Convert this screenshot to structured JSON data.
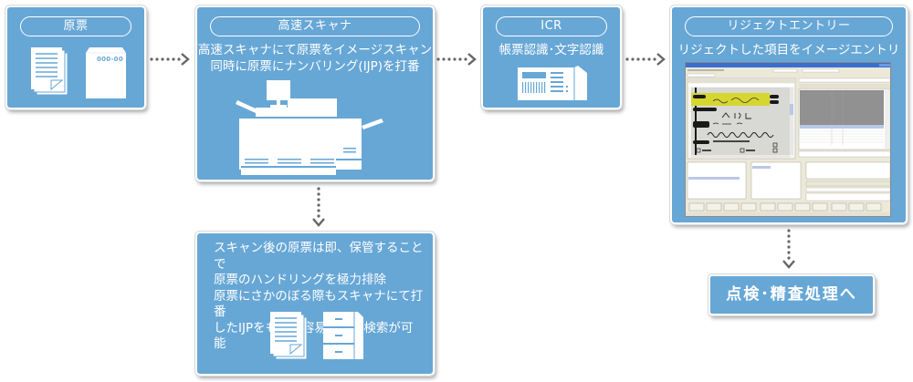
{
  "steps": [
    {
      "id": "original",
      "title": "原票",
      "icons": [
        "document-stack-icon",
        "envelope-icon"
      ],
      "envelope_label": "000-00"
    },
    {
      "id": "scanner",
      "title": "高速スキャナ",
      "description": "高速スキャナにて原票をイメージスキャン\n同時に原票にナンバリング(IJP)を打番",
      "icons": [
        "high-speed-scanner-icon"
      ]
    },
    {
      "id": "icr",
      "title": "ICR",
      "description": "帳票認識･文字認識",
      "icons": [
        "icr-server-icon"
      ]
    },
    {
      "id": "reject-entry",
      "title": "リジェクトエントリー",
      "description": "リジェクトした項目をイメージエントリー",
      "icons": [
        "entry-screen-screenshot"
      ]
    }
  ],
  "storage_note": {
    "description": "スキャン後の原票は即、保管することで\n原票のハンドリングを極力排除\n原票にさかのぼる際もスキャナにて打番\nしたIJPをもとに容易に原票検索が可能",
    "icons": [
      "document-stack-icon",
      "filing-cabinet-icon"
    ]
  },
  "final_step": {
    "label": "点検･精査処理へ"
  },
  "arrows": [
    {
      "from": "original",
      "to": "scanner",
      "direction": "right"
    },
    {
      "from": "scanner",
      "to": "icr",
      "direction": "right"
    },
    {
      "from": "icr",
      "to": "reject-entry",
      "direction": "right"
    },
    {
      "from": "scanner",
      "to": "storage_note",
      "direction": "down"
    },
    {
      "from": "reject-entry",
      "to": "final_step",
      "direction": "down"
    }
  ],
  "colors": {
    "box_fill": "#67a7d6",
    "text": "#ffffff",
    "arrow": "#666666",
    "highlight_yellow": "#d6d630"
  }
}
